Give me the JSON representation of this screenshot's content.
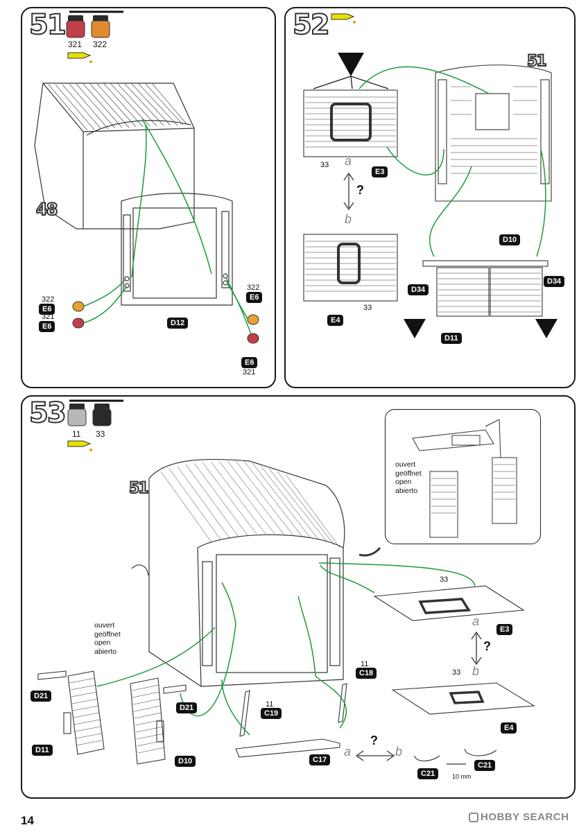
{
  "page_number": "14",
  "brand": "HOBBY SEARCH",
  "steps": {
    "s51": {
      "number": "51",
      "paint_a": "321",
      "paint_b": "322",
      "ref": "48",
      "tags": {
        "e6_a": "E6",
        "e6_b": "E6",
        "e6_c": "E6",
        "e6_d": "E6",
        "d12": "D12"
      },
      "labels": {
        "a": "322",
        "b": "321",
        "c": "322",
        "d": "321"
      }
    },
    "s52": {
      "number": "52",
      "ref": "51",
      "tags": {
        "e3": "E3",
        "e4": "E4",
        "d10": "D10",
        "d11": "D11",
        "d34_a": "D34",
        "d34_b": "D34"
      },
      "labels": {
        "p33_a": "33",
        "p33_b": "33",
        "opt_a": "a",
        "opt_b": "b",
        "q": "?"
      }
    },
    "s53": {
      "number": "53",
      "paint_a": "11",
      "paint_b": "33",
      "ref": "51",
      "inset_note": [
        "ouvert",
        "geöffnet",
        "open",
        "abierto"
      ],
      "side_note": [
        "ouvert",
        "geöffnet",
        "open",
        "abierto"
      ],
      "tags": {
        "e3": "E3",
        "e4": "E4",
        "d21_a": "D21",
        "d21_b": "D21",
        "d11": "D11",
        "d10": "D10",
        "c19": "C19",
        "c18": "C18",
        "c17": "C17",
        "c21_a": "C21",
        "c21_b": "C21"
      },
      "labels": {
        "p33_a": "33",
        "p33_b": "33",
        "c19_paint": "11",
        "c18_paint": "11",
        "opt_a": "a",
        "opt_b": "b",
        "q1": "?",
        "q2": "?",
        "gap": "10 mm"
      }
    }
  },
  "colors": {
    "arrow": "#1a9a3a",
    "paint_321": "#c0404a",
    "paint_322": "#e08a30",
    "paint_11": "#9a9a9a",
    "paint_33": "#2a2a2a",
    "glue": "#e8e000"
  }
}
